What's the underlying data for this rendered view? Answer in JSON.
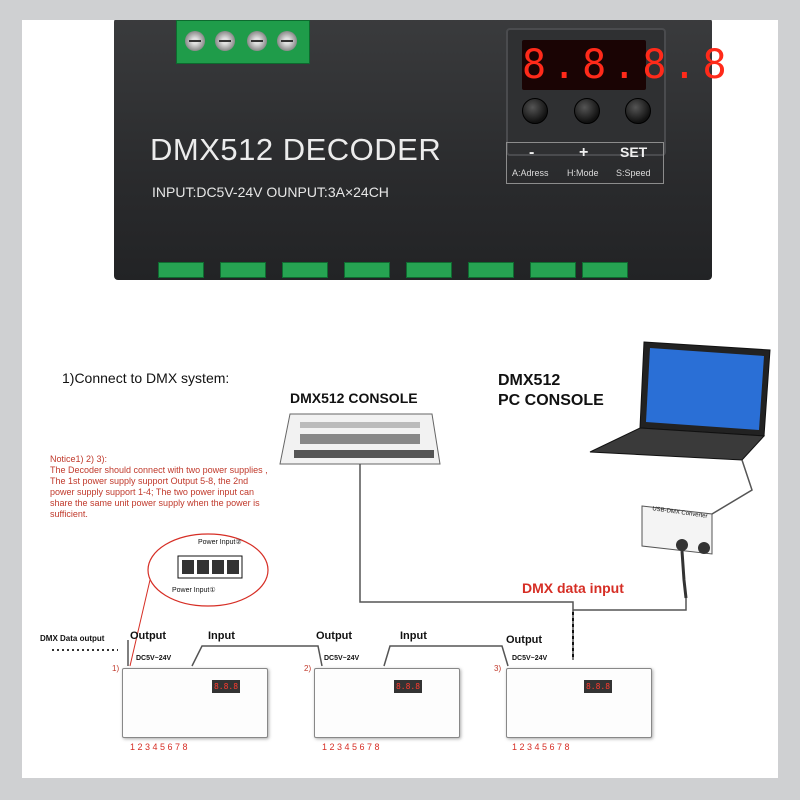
{
  "device": {
    "title": "DMX512 DECODER",
    "specs": "INPUT:DC5V-24V   OUNPUT:3A×24CH",
    "display": "8.8.8.8",
    "buttons": [
      {
        "symbol": "-",
        "label": "A:Adress"
      },
      {
        "symbol": "+",
        "label": "H:Mode"
      },
      {
        "symbol": "SET",
        "label": "S:Speed"
      }
    ]
  },
  "diagram": {
    "connect_heading": "1)Connect to DMX system:",
    "console_label": "DMX512 CONSOLE",
    "pc_console_line1": "DMX512",
    "pc_console_line2": "PC CONSOLE",
    "notice_lines": [
      "Notice1) 2) 3):",
      "The Decoder should connect with two power supplies ,",
      "The 1st power supply support Output 5-8, the 2nd",
      "power supply support 1-4; The two power input can",
      "share the same unit power supply when the power is",
      "sufficient."
    ],
    "power_input_2": "Power Input②",
    "power_input_1": "Power Input①",
    "dmx_data_output": "DMX Data output",
    "dmx_data_input": "DMX data input",
    "converter_label": "USB-DMX Converter",
    "units": [
      {
        "index": "1)",
        "output": "Output",
        "input": "Input",
        "dc": "DC5V~24V",
        "pins": "1 2 3 4 5 6 7 8"
      },
      {
        "index": "2)",
        "output": "Output",
        "input": "Input",
        "dc": "DC5V~24V",
        "pins": "1 2 3 4 5 6 7 8"
      },
      {
        "index": "3)",
        "output": "Output",
        "dc": "DC5V~24V",
        "pins": "1 2 3 4 5 6 7 8"
      }
    ],
    "unit_display": "8.8.8"
  },
  "colors": {
    "device_body": "#2a2b2d",
    "terminal_green": "#26a352",
    "led_red": "#ff2a1a",
    "accent_red": "#d62e25",
    "notice_red": "#c0392b"
  }
}
